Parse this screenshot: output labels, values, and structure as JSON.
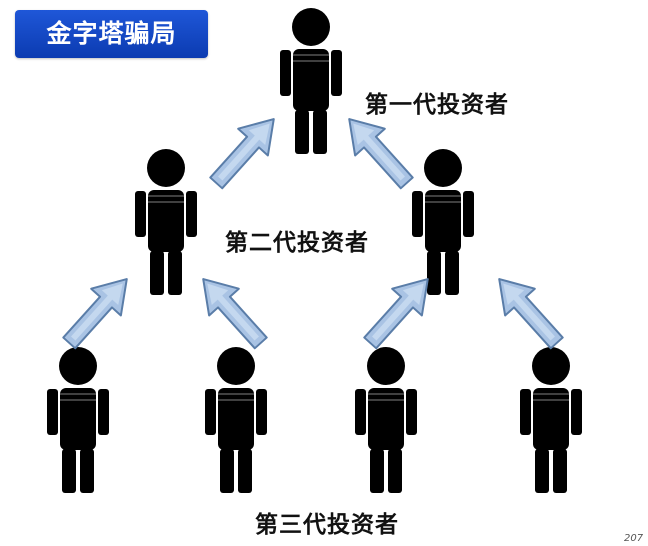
{
  "title": "金字塔骗局",
  "generations": {
    "first": "第一代投资者",
    "second": "第二代投资者",
    "third": "第三代投资者"
  },
  "page_number": "207",
  "colors": {
    "title_background": "#1a4fd1",
    "title_text": "#ffffff",
    "figure": "#000000",
    "arrow_fill": "#a9c3e4",
    "arrow_stroke": "#5a7da8"
  },
  "icons": [
    "person-icon",
    "up-arrow-icon"
  ]
}
